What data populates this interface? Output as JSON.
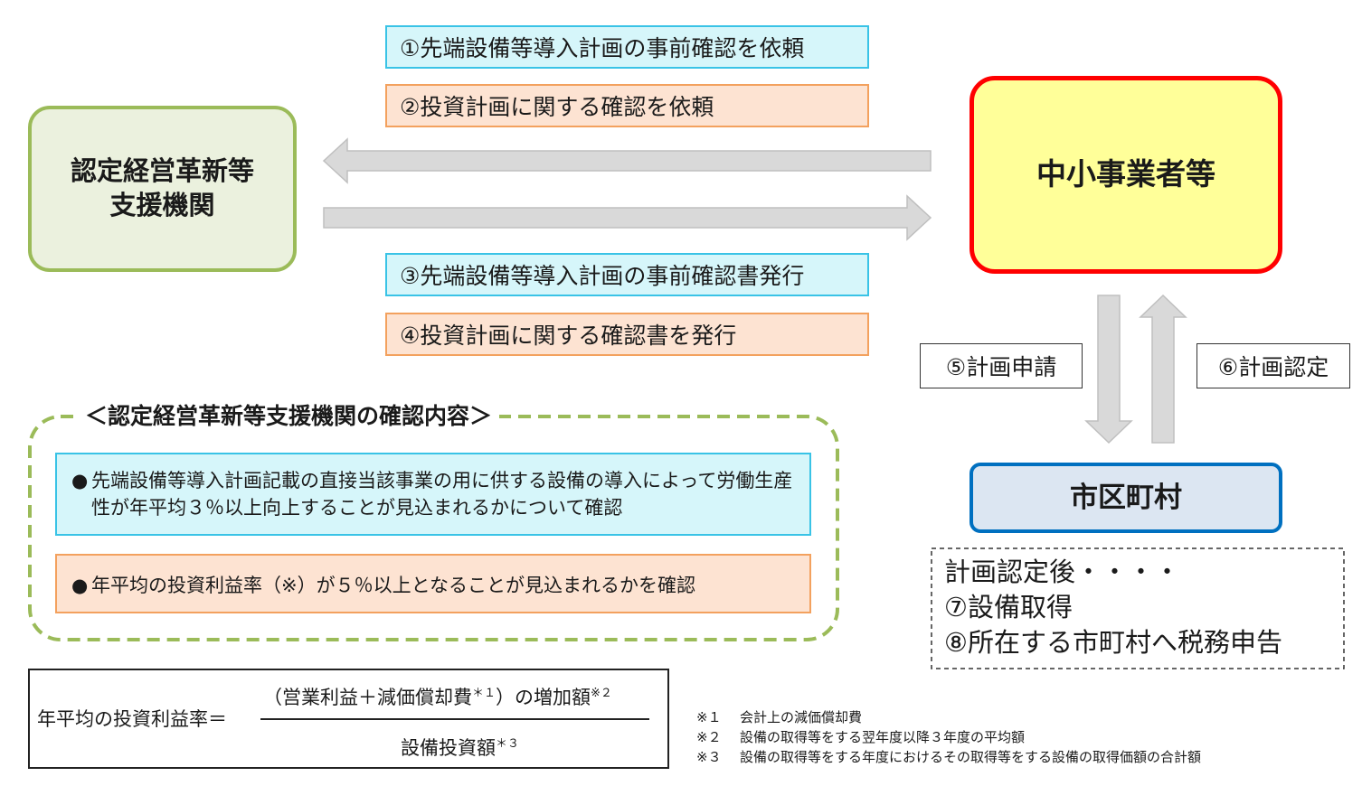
{
  "nodes": {
    "support_org": "認定経営革新等\n支援機関",
    "sme": "中小事業者等",
    "municipality": "市区町村"
  },
  "steps": {
    "s1": "①先端設備等導入計画の事前確認を依頼",
    "s2": "②投資計画に関する確認を依頼",
    "s3": "③先端設備等導入計画の事前確認書発行",
    "s4": "④投資計画に関する確認書を発行",
    "s5": "⑤計画申請",
    "s6": "⑥計画認定"
  },
  "after_approval": {
    "heading": "計画認定後・・・・",
    "s7": "⑦設備取得",
    "s8": "⑧所在する市町村へ税務申告"
  },
  "confirmation": {
    "title": "＜認定経営革新等支援機関の確認内容＞",
    "bullet_mark": "●",
    "item1": "先端設備等導入計画記載の直接当該事業の用に供する設備の導入によって労働生産性が年平均３％以上向上することが見込まれるかについて確認",
    "item2": "年平均の投資利益率（※）が５％以上となることが見込まれるかを確認"
  },
  "formula": {
    "lhs": "年平均の投資利益率＝",
    "numerator": "（営業利益＋減価償却費",
    "num_sup1": "＊１",
    "numerator_tail": "）の増加額",
    "num_sup2": "※２",
    "denominator": "設備投資額",
    "den_sup": "＊３"
  },
  "notes": [
    {
      "mark": "※１",
      "text": "会計上の減価償却費"
    },
    {
      "mark": "※２",
      "text": "設備の取得等をする翌年度以降３年度の平均額"
    },
    {
      "mark": "※３",
      "text": "設備の取得等をする年度におけるその取得等をする設備の取得価額の合計額"
    }
  ],
  "colors": {
    "support_org_border": "#9bbb59",
    "support_org_fill": "#ebf1de",
    "sme_border": "#ff0000",
    "sme_fill": "#ffff99",
    "municipality_border": "#0070c0",
    "municipality_fill": "#dce6f2",
    "cyan_fill": "#d6f6fa",
    "peach_fill": "#fde3d2",
    "arrow_fill": "#d9d9d9"
  }
}
